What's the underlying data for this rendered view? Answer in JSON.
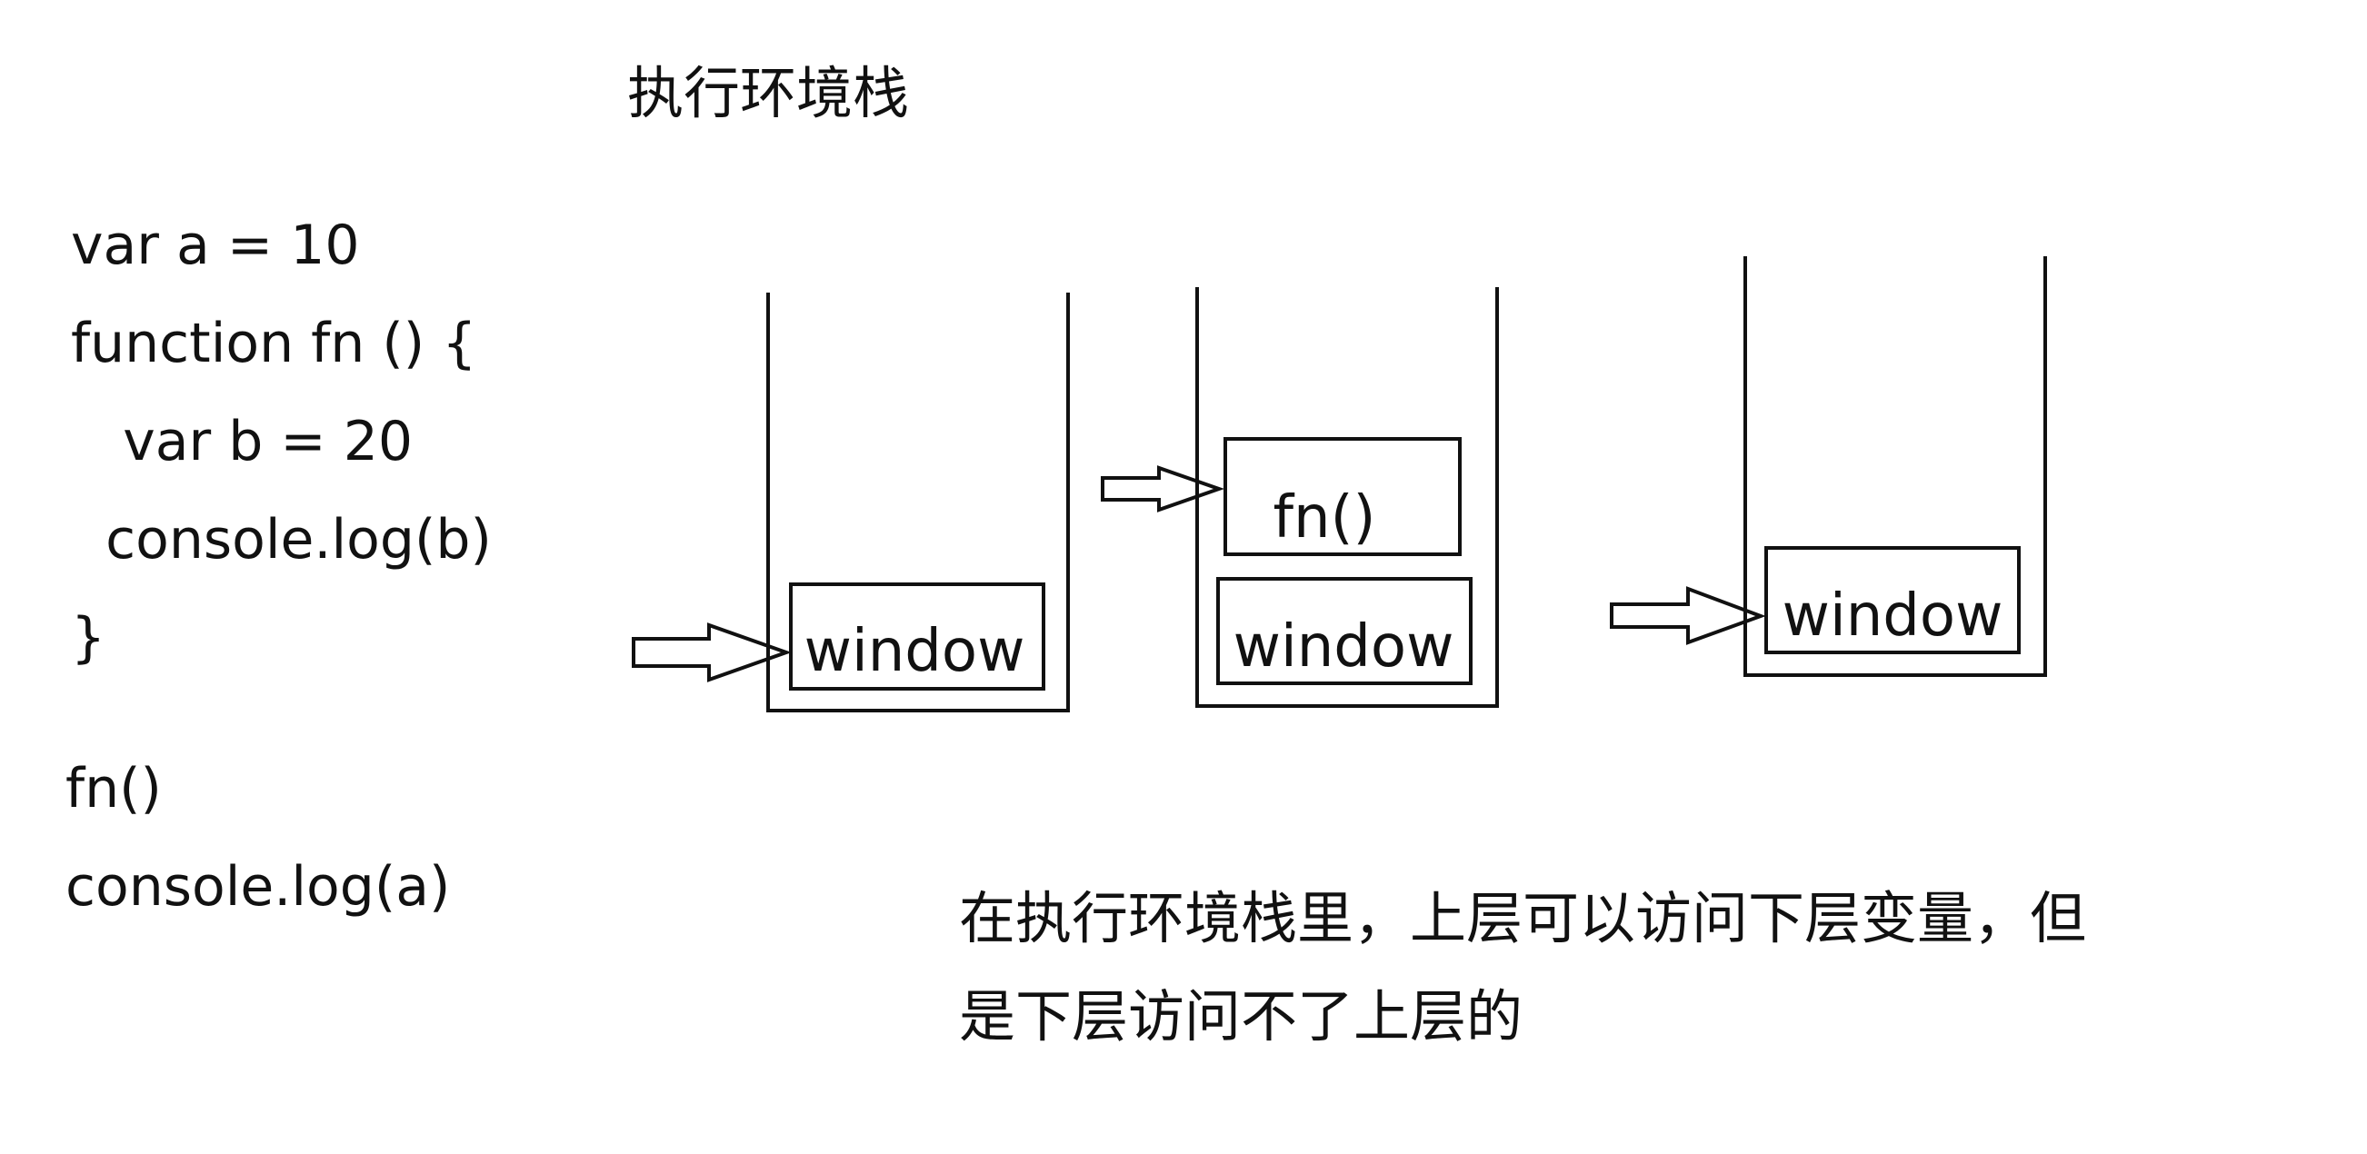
{
  "title": "执行环境栈",
  "code_lines": [
    "var a = 10",
    "function fn () {",
    "   var b = 20",
    "  console.log(b)",
    "}",
    "fn()",
    "console.log(a)"
  ],
  "stacks": [
    {
      "frames": [
        "window"
      ]
    },
    {
      "frames": [
        "fn()",
        "window"
      ]
    },
    {
      "frames": [
        "window"
      ]
    }
  ],
  "note_lines": [
    "在执行环境栈里，上层可以访问下层变量，但",
    "是下层访问不了上层的"
  ]
}
